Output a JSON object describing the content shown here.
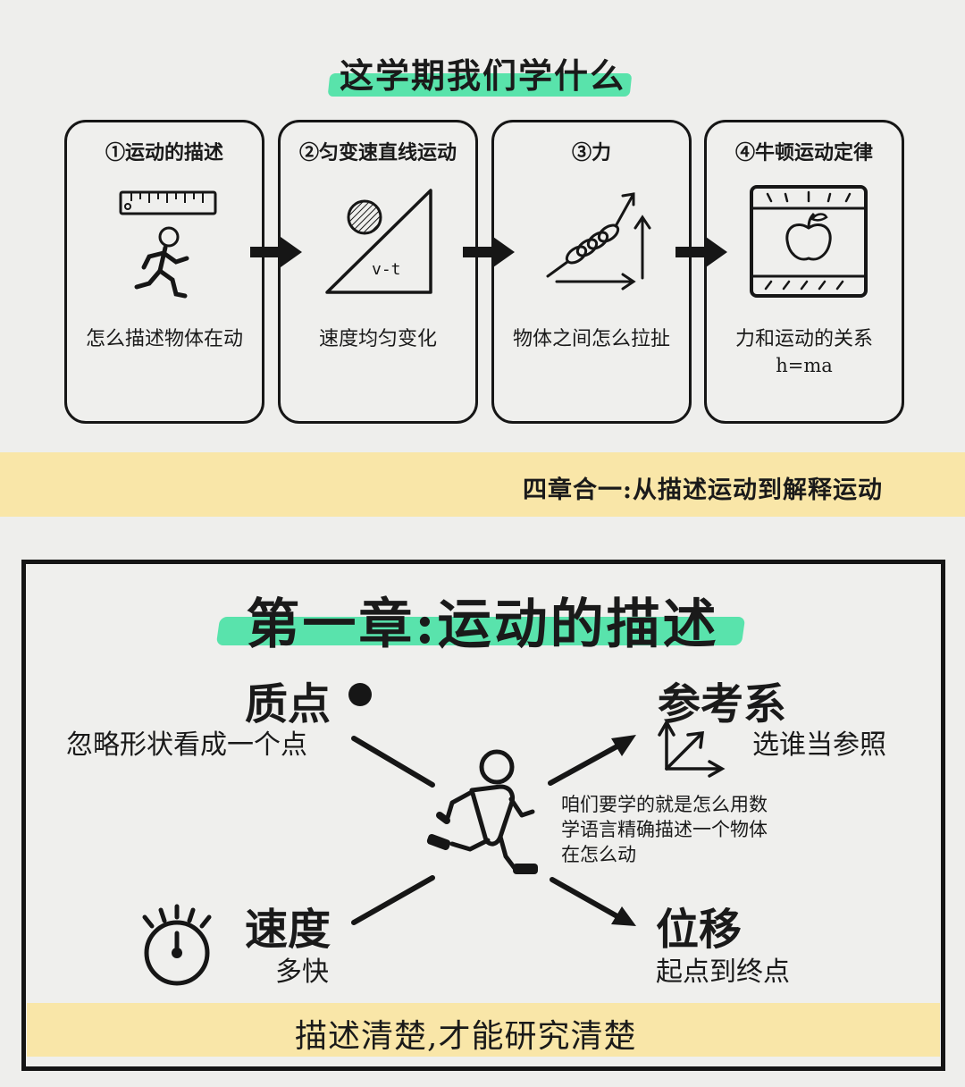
{
  "overview": {
    "title": "这学期我们学什么",
    "cards": [
      {
        "title": "①运动的描述",
        "desc": "怎么描述物体在动",
        "icon": "running-person-ruler-icon"
      },
      {
        "title": "②匀变速直线运动",
        "desc": "速度均匀变化",
        "icon": "incline-ball-icon",
        "icon_label": "v-t"
      },
      {
        "title": "③力",
        "desc": "物体之间怎么拉扯",
        "icon": "spring-force-arrows-icon"
      },
      {
        "title": "④牛顿运动定律",
        "desc": "力和运动的关系",
        "sub": "h=ma",
        "icon": "falling-apple-icon"
      }
    ],
    "summary": "四章合一:从描述运动到解释运动"
  },
  "chapter": {
    "title": "第一章:运动的描述",
    "concepts": {
      "particle": {
        "title": "质点",
        "desc": "忽略形状看成一个点"
      },
      "reference": {
        "title": "参考系",
        "desc": "选谁当参照"
      },
      "velocity": {
        "title": "速度",
        "desc": "多快"
      },
      "displacement": {
        "title": "位移",
        "desc": "起点到终点"
      }
    },
    "center_note": "咱们要学的就是怎么用数学语言精确描述一个物体在怎么动",
    "bottom_line": "描述清楚,才能研究清楚"
  },
  "colors": {
    "highlight_green": "#3ee0a0",
    "band_yellow": "#f9e6a8",
    "ink": "#161616"
  }
}
